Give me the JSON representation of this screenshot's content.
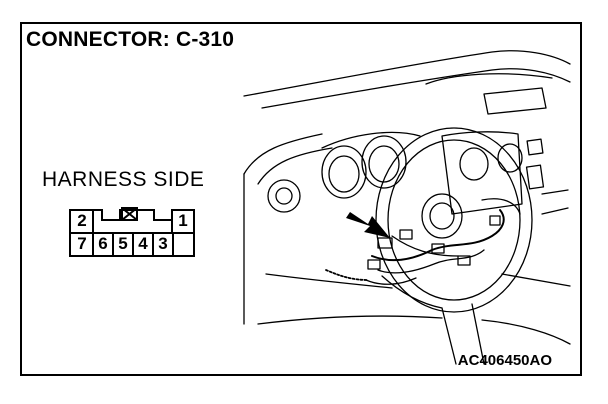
{
  "title": "CONNECTOR: C-310",
  "side_label": "HARNESS SIDE",
  "figure_code": "AC406450AO",
  "connector": {
    "top_row": [
      "2",
      "1"
    ],
    "bottom_row": [
      "7",
      "6",
      "5",
      "4",
      "3"
    ]
  }
}
